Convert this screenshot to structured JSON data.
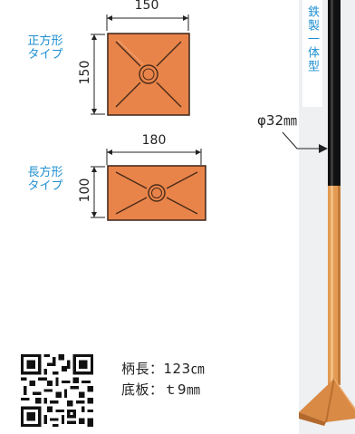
{
  "square": {
    "label_line1": "正方形",
    "label_line2": "タイプ",
    "width": "150",
    "height": "150"
  },
  "rect": {
    "label_line1": "長方形",
    "label_line2": "タイプ",
    "width": "180",
    "height": "100"
  },
  "pole": {
    "type_label": "鉄製一体型",
    "diameter": "φ32㎜"
  },
  "specs": {
    "handle_length": "柄長：123㎝",
    "base_thickness": "底板：ｔ9㎜"
  },
  "colors": {
    "plate": "#e8844a",
    "accent": "#1e8fd0",
    "pole_black": "#111111",
    "pole_orange": "#e39a52"
  }
}
